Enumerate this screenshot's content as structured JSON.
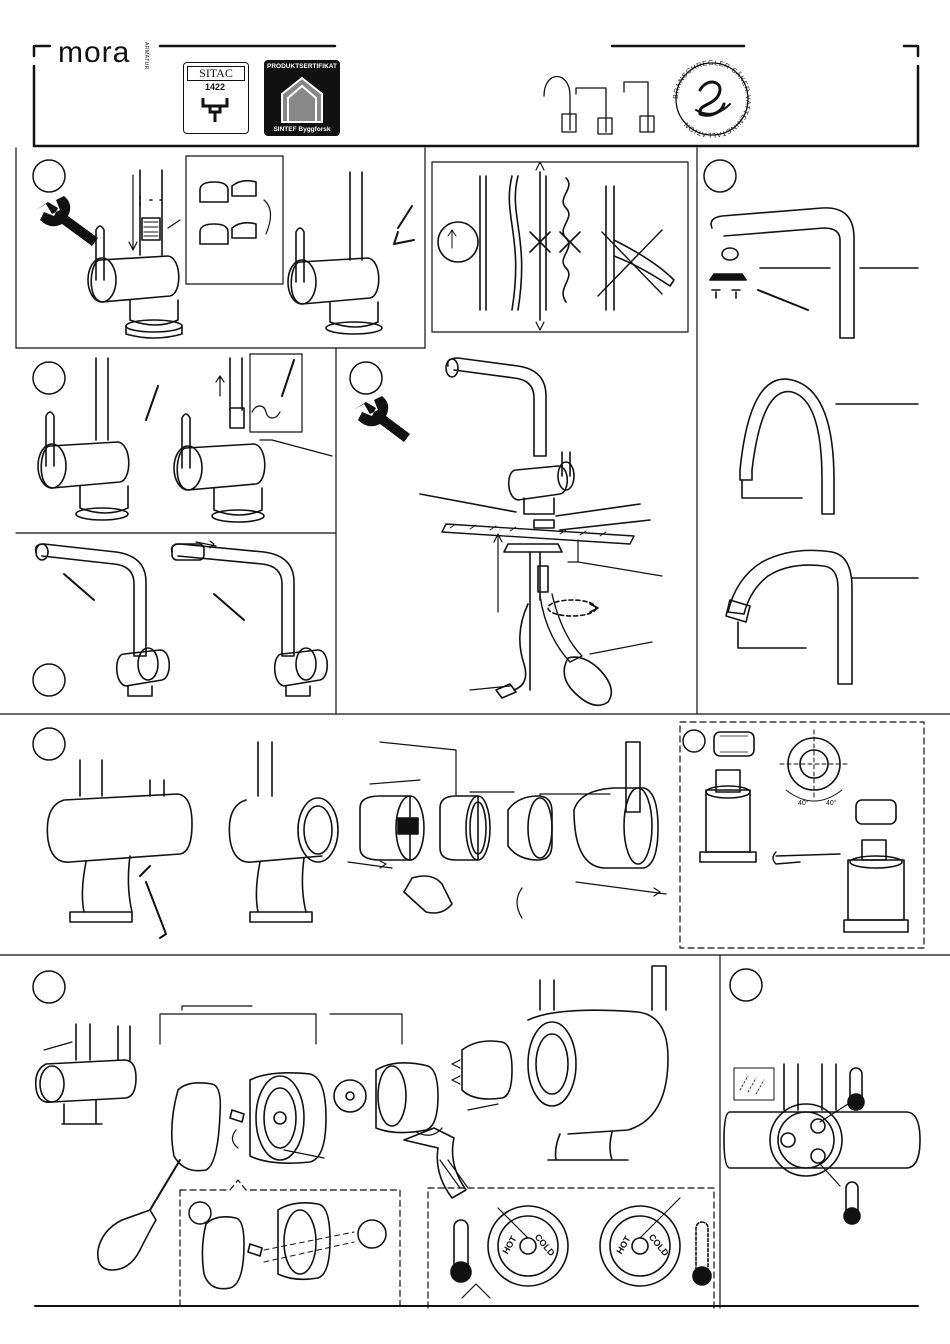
{
  "header": {
    "brand": "mora",
    "brand_sub": "ARMATUR",
    "sitac_label": "SITAC",
    "sitac_number": "1422",
    "cert_top_label": "PRODUKTSERTIFIKAT",
    "cert_bottom_label": "SINTEF Byggforsk",
    "circle_text": "BRANSCHREGLER SÄKER VATTENINSTALLATION"
  },
  "dial_labels": {
    "hot": "HOT",
    "cold": "COLD",
    "angle_left": "40°",
    "angle_right": "40°"
  }
}
